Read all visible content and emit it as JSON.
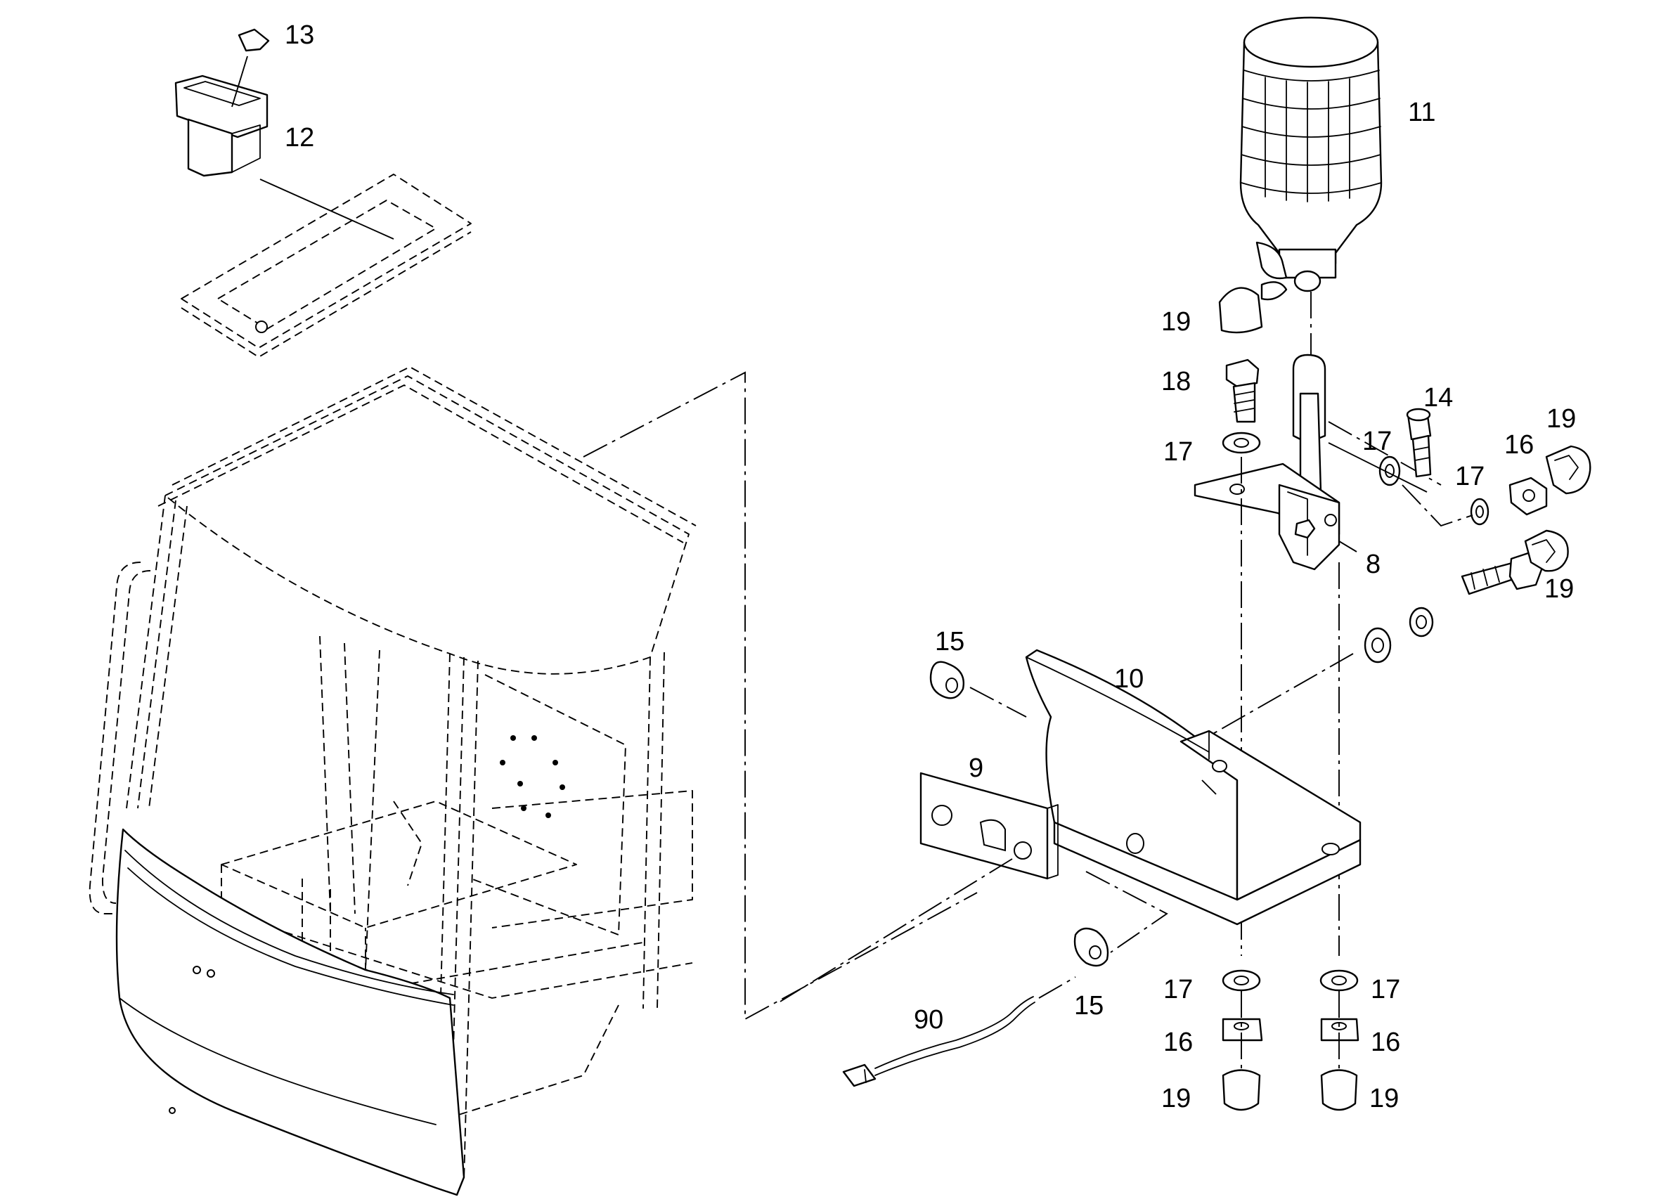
{
  "callouts": {
    "c13": "13",
    "c12": "12",
    "c11": "11",
    "c19_top": "19",
    "c18": "18",
    "c14": "14",
    "c17_a": "17",
    "c17_b": "17",
    "c19_right": "19",
    "c16_right": "16",
    "c17_c": "17",
    "c8": "8",
    "c19_mid": "19",
    "c15_top": "15",
    "c10": "10",
    "c9": "9",
    "c15_bottom": "15",
    "c90": "90",
    "c17_low_left": "17",
    "c17_low_right": "17",
    "c16_low_left": "16",
    "c16_low_right": "16",
    "c19_low_left": "19",
    "c19_low_right": "19"
  },
  "colors": {
    "line": "#000000",
    "background": "#ffffff"
  }
}
